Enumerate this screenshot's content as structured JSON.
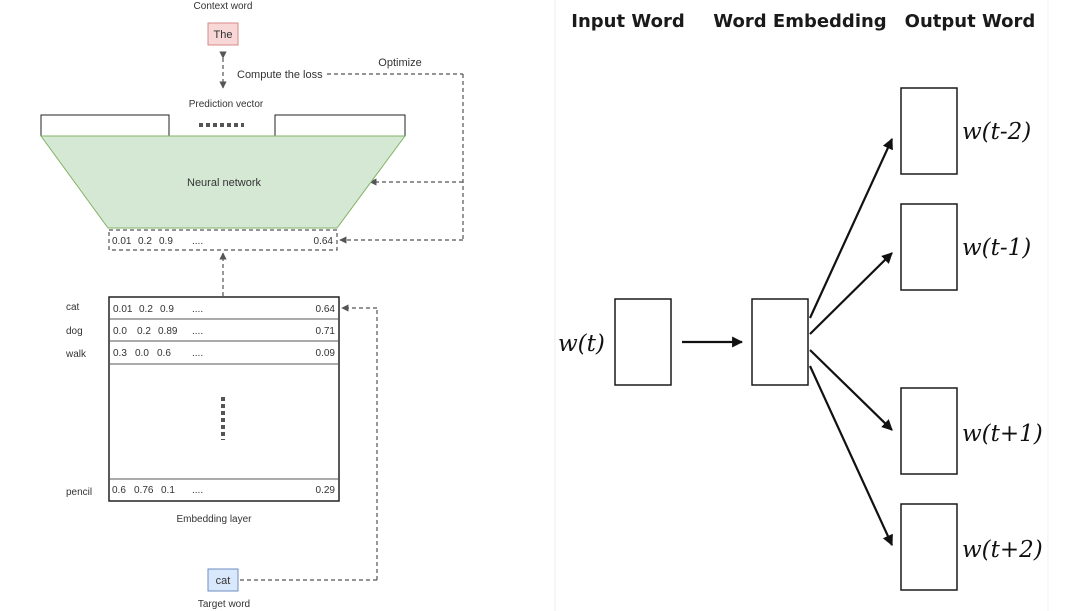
{
  "left_diagram": {
    "context_label": "Context word",
    "context_word": "The",
    "compute_loss": "Compute the loss",
    "optimize": "Optimize",
    "prediction_label": "Prediction vector",
    "neural_network": "Neural network",
    "output_vector": {
      "values": [
        "0.01",
        "0.2",
        "0.9"
      ],
      "ellipsis": "....",
      "last": "0.64"
    },
    "embedding_rows": [
      {
        "word": "cat",
        "values": [
          "0.01",
          "0.2",
          "0.9"
        ],
        "ellipsis": "....",
        "last": "0.64"
      },
      {
        "word": "dog",
        "values": [
          "0.0",
          "0.2",
          "0.89"
        ],
        "ellipsis": "....",
        "last": "0.71"
      },
      {
        "word": "walk",
        "values": [
          "0.3",
          "0.0",
          "0.6"
        ],
        "ellipsis": "....",
        "last": "0.09"
      },
      {
        "word": "pencil",
        "values": [
          "0.6",
          "0.76",
          "0.1"
        ],
        "ellipsis": "....",
        "last": "0.29"
      }
    ],
    "embedding_label": "Embedding layer",
    "target_word": "cat",
    "target_label": "Target word",
    "colors": {
      "context_fill": "#f8d7d7",
      "context_stroke": "#d98a8a",
      "nn_fill": "#d5e8d4",
      "nn_stroke": "#82b366",
      "target_fill": "#dae8fc",
      "target_stroke": "#6c8ebf"
    }
  },
  "right_diagram": {
    "headers": {
      "input": "Input Word",
      "embedding": "Word Embedding",
      "output": "Output Word"
    },
    "input_label": "w(t)",
    "output_labels": [
      "w(t-2)",
      "w(t-1)",
      "w(t+1)",
      "w(t+2)"
    ]
  }
}
